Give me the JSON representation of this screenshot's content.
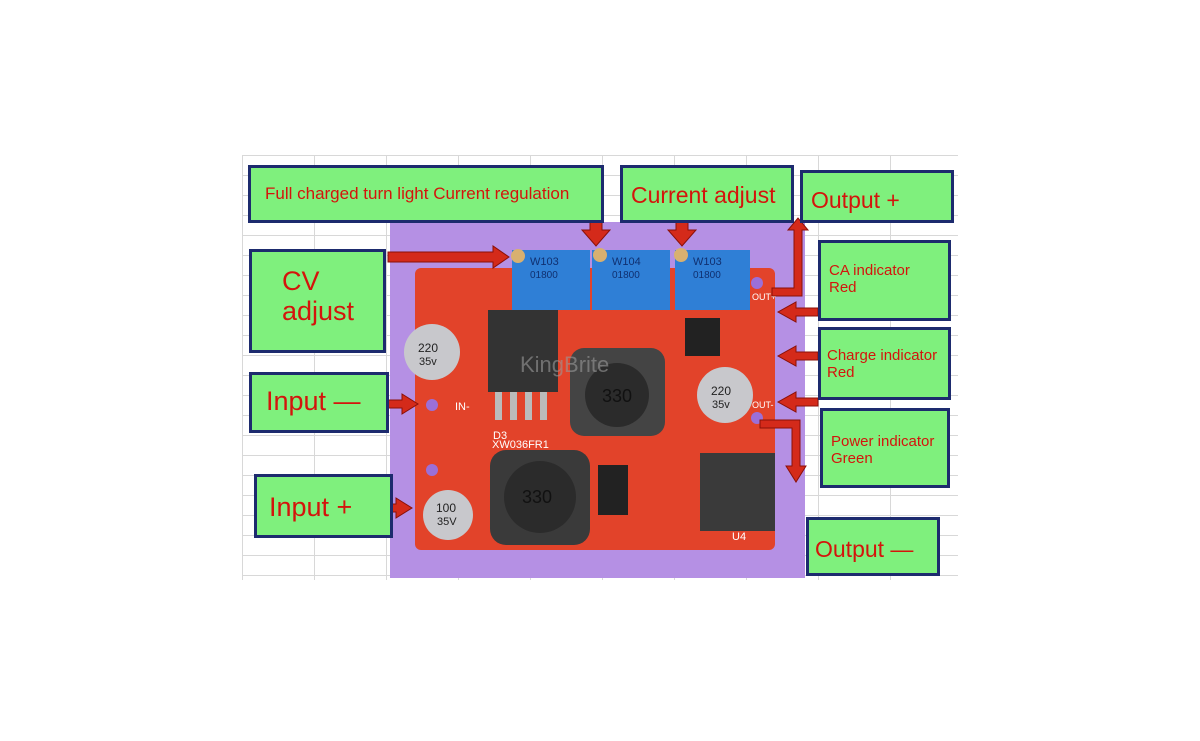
{
  "labels": {
    "full_charged": "Full charged turn light Current regulation",
    "current_adjust": "Current adjust",
    "output_plus": "Output +",
    "cv_adjust_1": "CV",
    "cv_adjust_2": "adjust",
    "ca_indicator_1": "CA indicator",
    "ca_indicator_2": "Red",
    "charge_indicator_1": "Charge indicator",
    "charge_indicator_2": "Red",
    "input_minus": "Input —",
    "power_indicator_1": "Power indicator",
    "power_indicator_2": "Green",
    "input_plus": "Input +",
    "output_minus": "Output —"
  },
  "board": {
    "pot1": "W103",
    "pot2": "W104",
    "pot3": "W103",
    "pot_code": "01800",
    "cap_big": "220",
    "cap_big_v": "35v",
    "cap_small": "100",
    "cap_small_v": "35V",
    "inductor": "330",
    "model": "XW036FR1",
    "watermark": "KingBrite",
    "u4": "U4",
    "d3": "D3",
    "in_minus": "IN-",
    "out_plus": "OUT+",
    "out_minus": "OUT-"
  },
  "colors": {
    "label_bg": "#7ff07d",
    "label_border": "#1d2b6e",
    "label_text": "#d4140c",
    "board": "#e2432a",
    "arrow": "#d42a1a"
  }
}
